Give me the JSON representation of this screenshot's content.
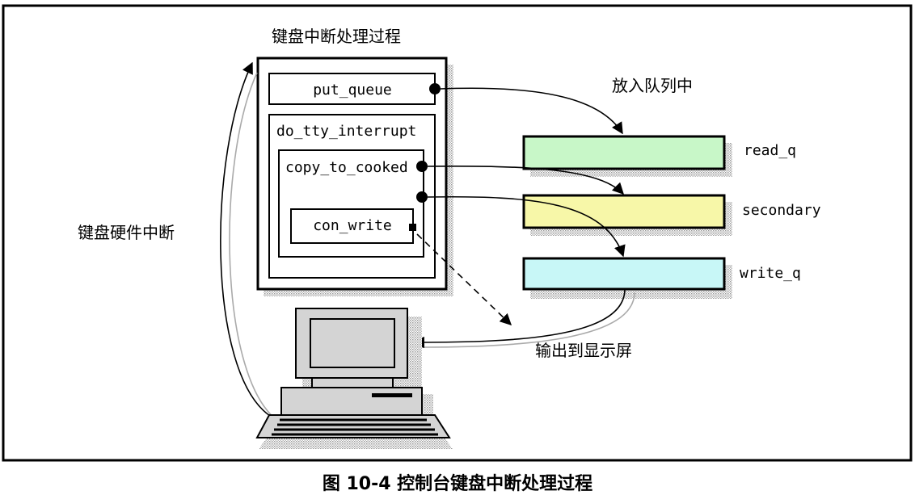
{
  "diagram": {
    "title": "键盘中断处理过程",
    "boxes": {
      "put_queue": "put_queue",
      "do_tty_interrupt": "do_tty_interrupt",
      "copy_to_cooked": "copy_to_cooked",
      "con_write": "con_write"
    },
    "queues": {
      "read_q": "read_q",
      "secondary": "secondary",
      "write_q": "write_q"
    },
    "queue_colors": {
      "read_q": "#c8f7c8",
      "secondary": "#f7f7a8",
      "write_q": "#c8f7f7"
    },
    "labels": {
      "enqueue": "放入队列中",
      "hardware_interrupt": "键盘硬件中断",
      "output_to_display": "输出到显示屏"
    }
  },
  "caption": "图 10-4 控制台键盘中断处理过程"
}
